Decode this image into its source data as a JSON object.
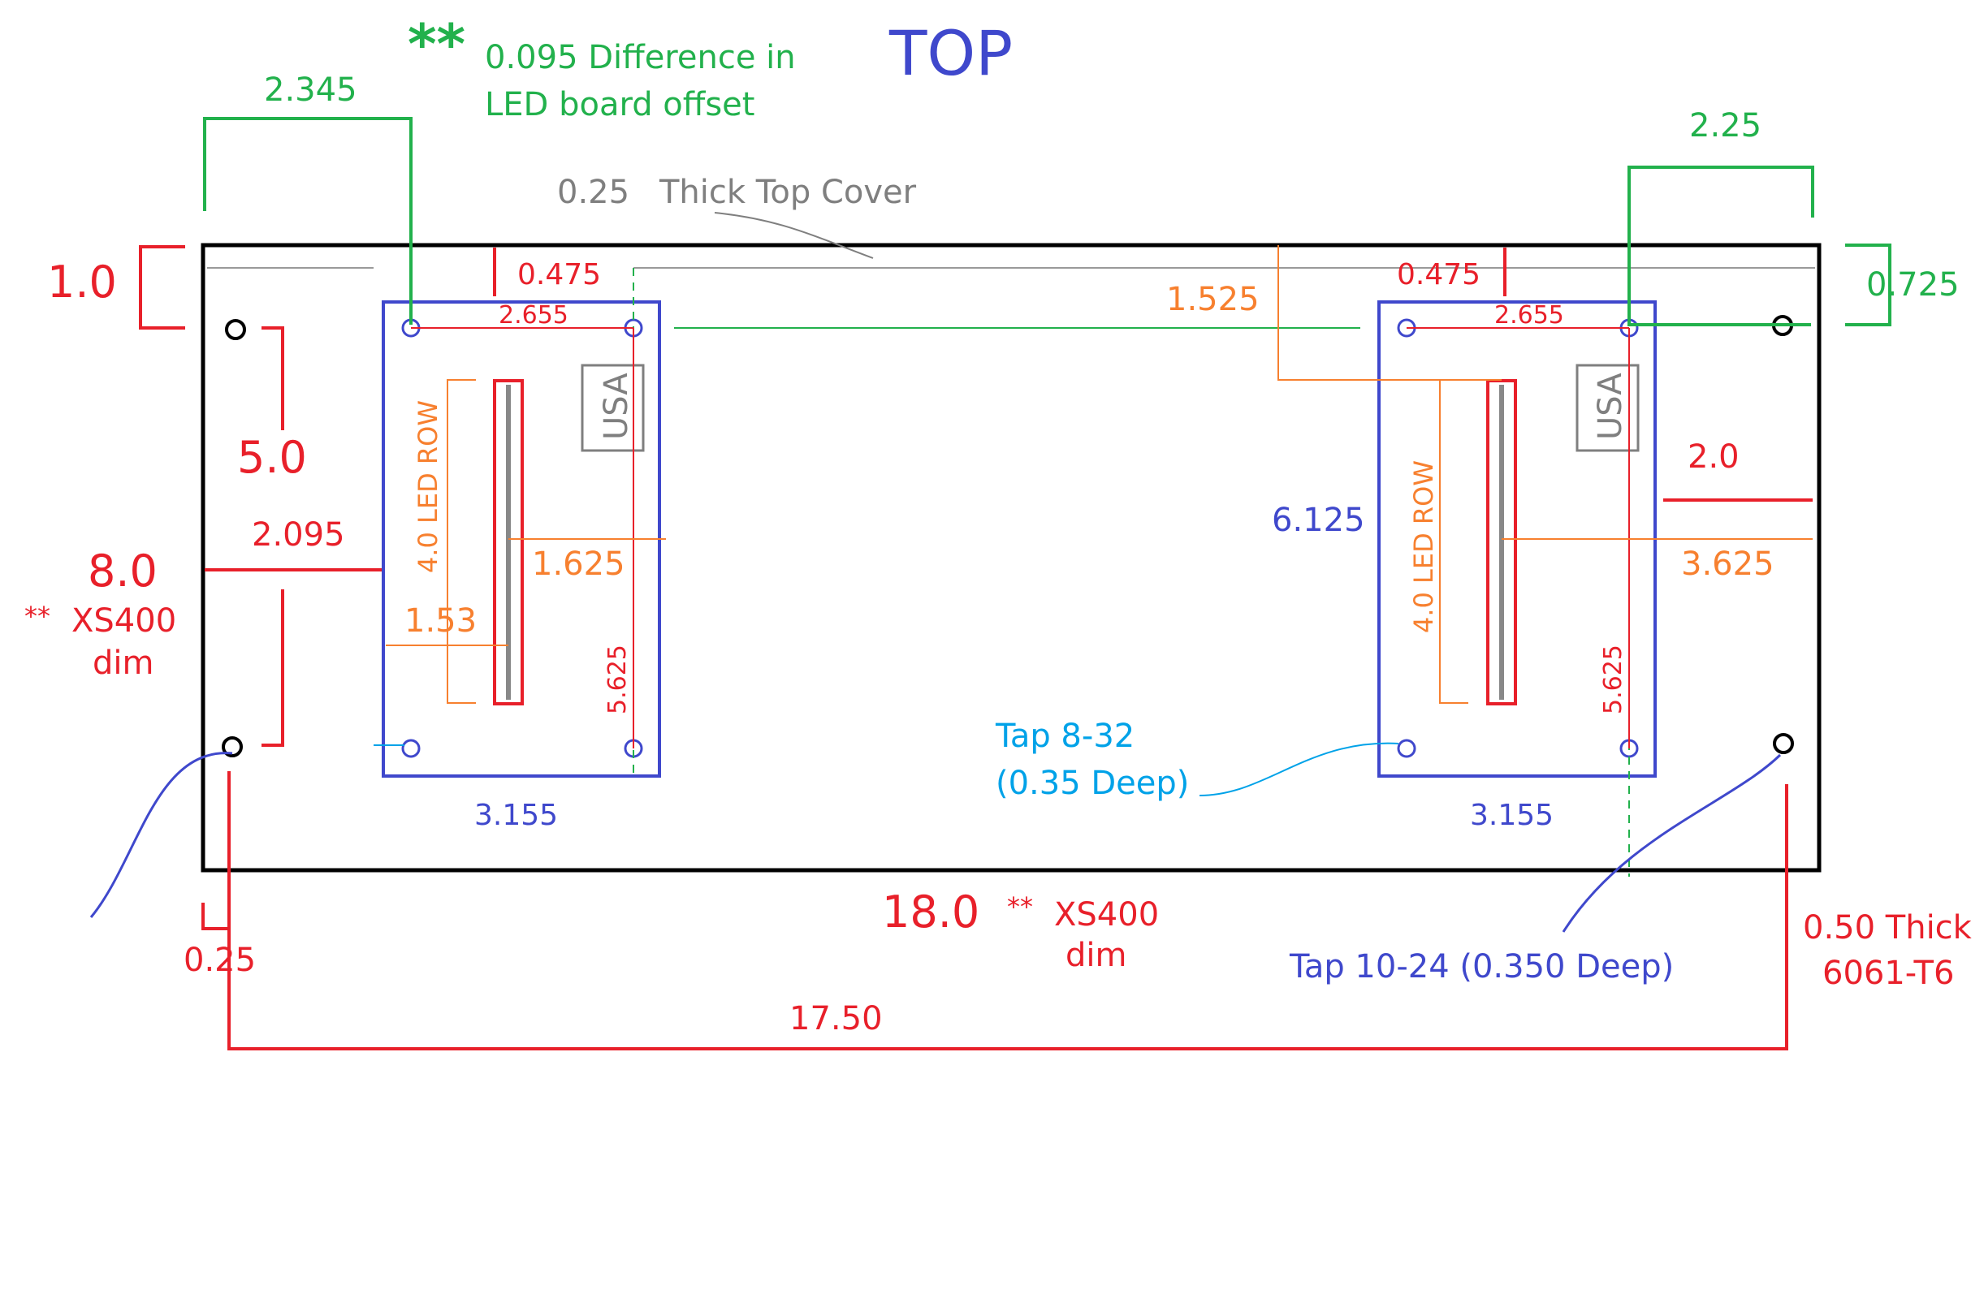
{
  "title": "TOP",
  "colors": {
    "red": "#e8202a",
    "green": "#22b14c",
    "blue": "#3f48cc",
    "orange": "#f7802f",
    "gray": "#7f7f7f",
    "cyan": "#00a2e8",
    "black": "#000000"
  },
  "labels": {
    "double_star_green": "**",
    "offset_note_line1": "0.095 Difference in",
    "offset_note_line2": "LED board offset",
    "dim_2345": "2.345",
    "dim_225": "2.25",
    "cover_thickness": "0.25",
    "cover_note": "Thick Top Cover",
    "dim_10": "1.0",
    "dim_50": "5.0",
    "dim_80": "8.0",
    "xs400_star": "**",
    "xs400_word": "XS400",
    "dim_word": "dim",
    "dim_2095": "2.095",
    "left_0475": "0.475",
    "left_2655": "2.655",
    "left_usa": "USA",
    "left_led_row": "4.0  LED ROW",
    "left_1625": "1.625",
    "left_153": "1.53",
    "left_5625": "5.625",
    "left_3155": "3.155",
    "dim_1525": "1.525",
    "right_0475": "0.475",
    "right_2655": "2.655",
    "right_usa": "USA",
    "dim_0725": "0.725",
    "dim_20": "2.0",
    "dim_6125": "6.125",
    "right_led_row": "4.0  LED ROW",
    "right_3625": "3.625",
    "right_5625": "5.625",
    "right_3155": "3.155",
    "tap_832_line1": "Tap 8-32",
    "tap_832_line2": "(0.35 Deep)",
    "dim_180": "18.0",
    "xs400_star_bottom": "**",
    "xs400_word_bottom": "XS400",
    "dim_word_bottom": "dim",
    "dim_025": "0.25",
    "dim_1750": "17.50",
    "tap_1024": "Tap 10-24 (0.350  Deep)",
    "material_line1": "0.50 Thick",
    "material_line2": "6061-T6"
  }
}
